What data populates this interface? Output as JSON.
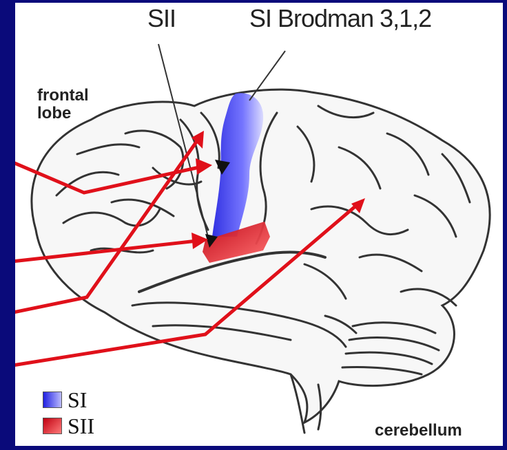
{
  "labels": {
    "sii_top": "SII",
    "si_brodman": "SI Brodman 3,1,2",
    "frontal_lobe_line1": "frontal",
    "frontal_lobe_line2": "lobe",
    "cerebellum": "cerebellum"
  },
  "legend": [
    {
      "key": "si",
      "label": "SI",
      "color": "#5a5aff"
    },
    {
      "key": "sii",
      "label": "SII",
      "color": "#e0202a"
    }
  ],
  "colors": {
    "background": "#0a0a7a",
    "panel": "#ffffff",
    "arrow": "#e0101a",
    "si_region": "#3a3af0",
    "sii_region": "#e0202a",
    "brain_outline": "#333333"
  }
}
